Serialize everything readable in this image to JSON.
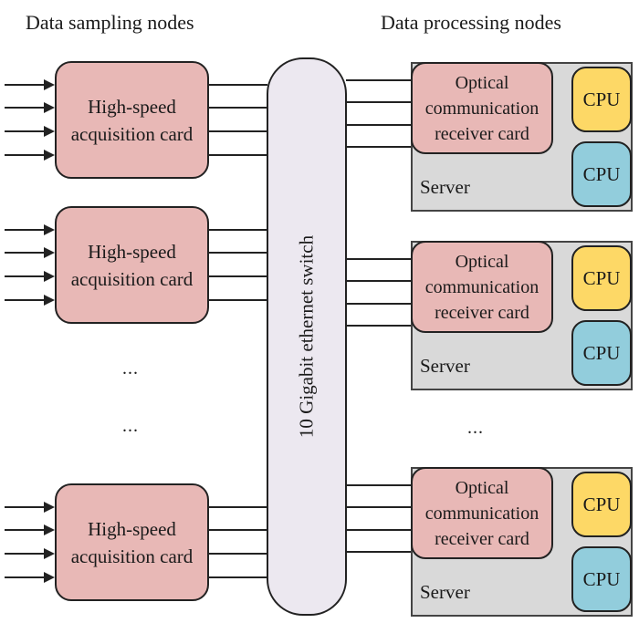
{
  "headings": {
    "left": "Data sampling nodes",
    "right": "Data processing nodes"
  },
  "colors": {
    "card_fill": "#e8b8b6",
    "switch_fill": "#ece8f0",
    "server_fill": "#d9d9d9",
    "cpu_primary": "#fdd866",
    "cpu_secondary": "#92cddc",
    "stroke": "#222222"
  },
  "acquisition_cards": [
    {
      "line1": "High-speed",
      "line2": "acquisition card",
      "inputs": 4,
      "outputs": 4
    },
    {
      "line1": "High-speed",
      "line2": "acquisition card",
      "inputs": 4,
      "outputs": 4
    },
    {
      "line1": "High-speed",
      "line2": "acquisition card",
      "inputs": 4,
      "outputs": 4
    }
  ],
  "left_ellipsis": [
    "...",
    "..."
  ],
  "switch": {
    "label": "10 Gigabit ethernet switch"
  },
  "servers": [
    {
      "label": "Server",
      "card_lines": [
        "Optical",
        "communication",
        "receiver card"
      ],
      "cpus": [
        "CPU",
        "CPU"
      ],
      "links": 4
    },
    {
      "label": "Server",
      "card_lines": [
        "Optical",
        "communication",
        "receiver card"
      ],
      "cpus": [
        "CPU",
        "CPU"
      ],
      "links": 4
    },
    {
      "label": "Server",
      "card_lines": [
        "Optical",
        "communication",
        "receiver card"
      ],
      "cpus": [
        "CPU",
        "CPU"
      ],
      "links": 4
    }
  ],
  "right_ellipsis": "..."
}
